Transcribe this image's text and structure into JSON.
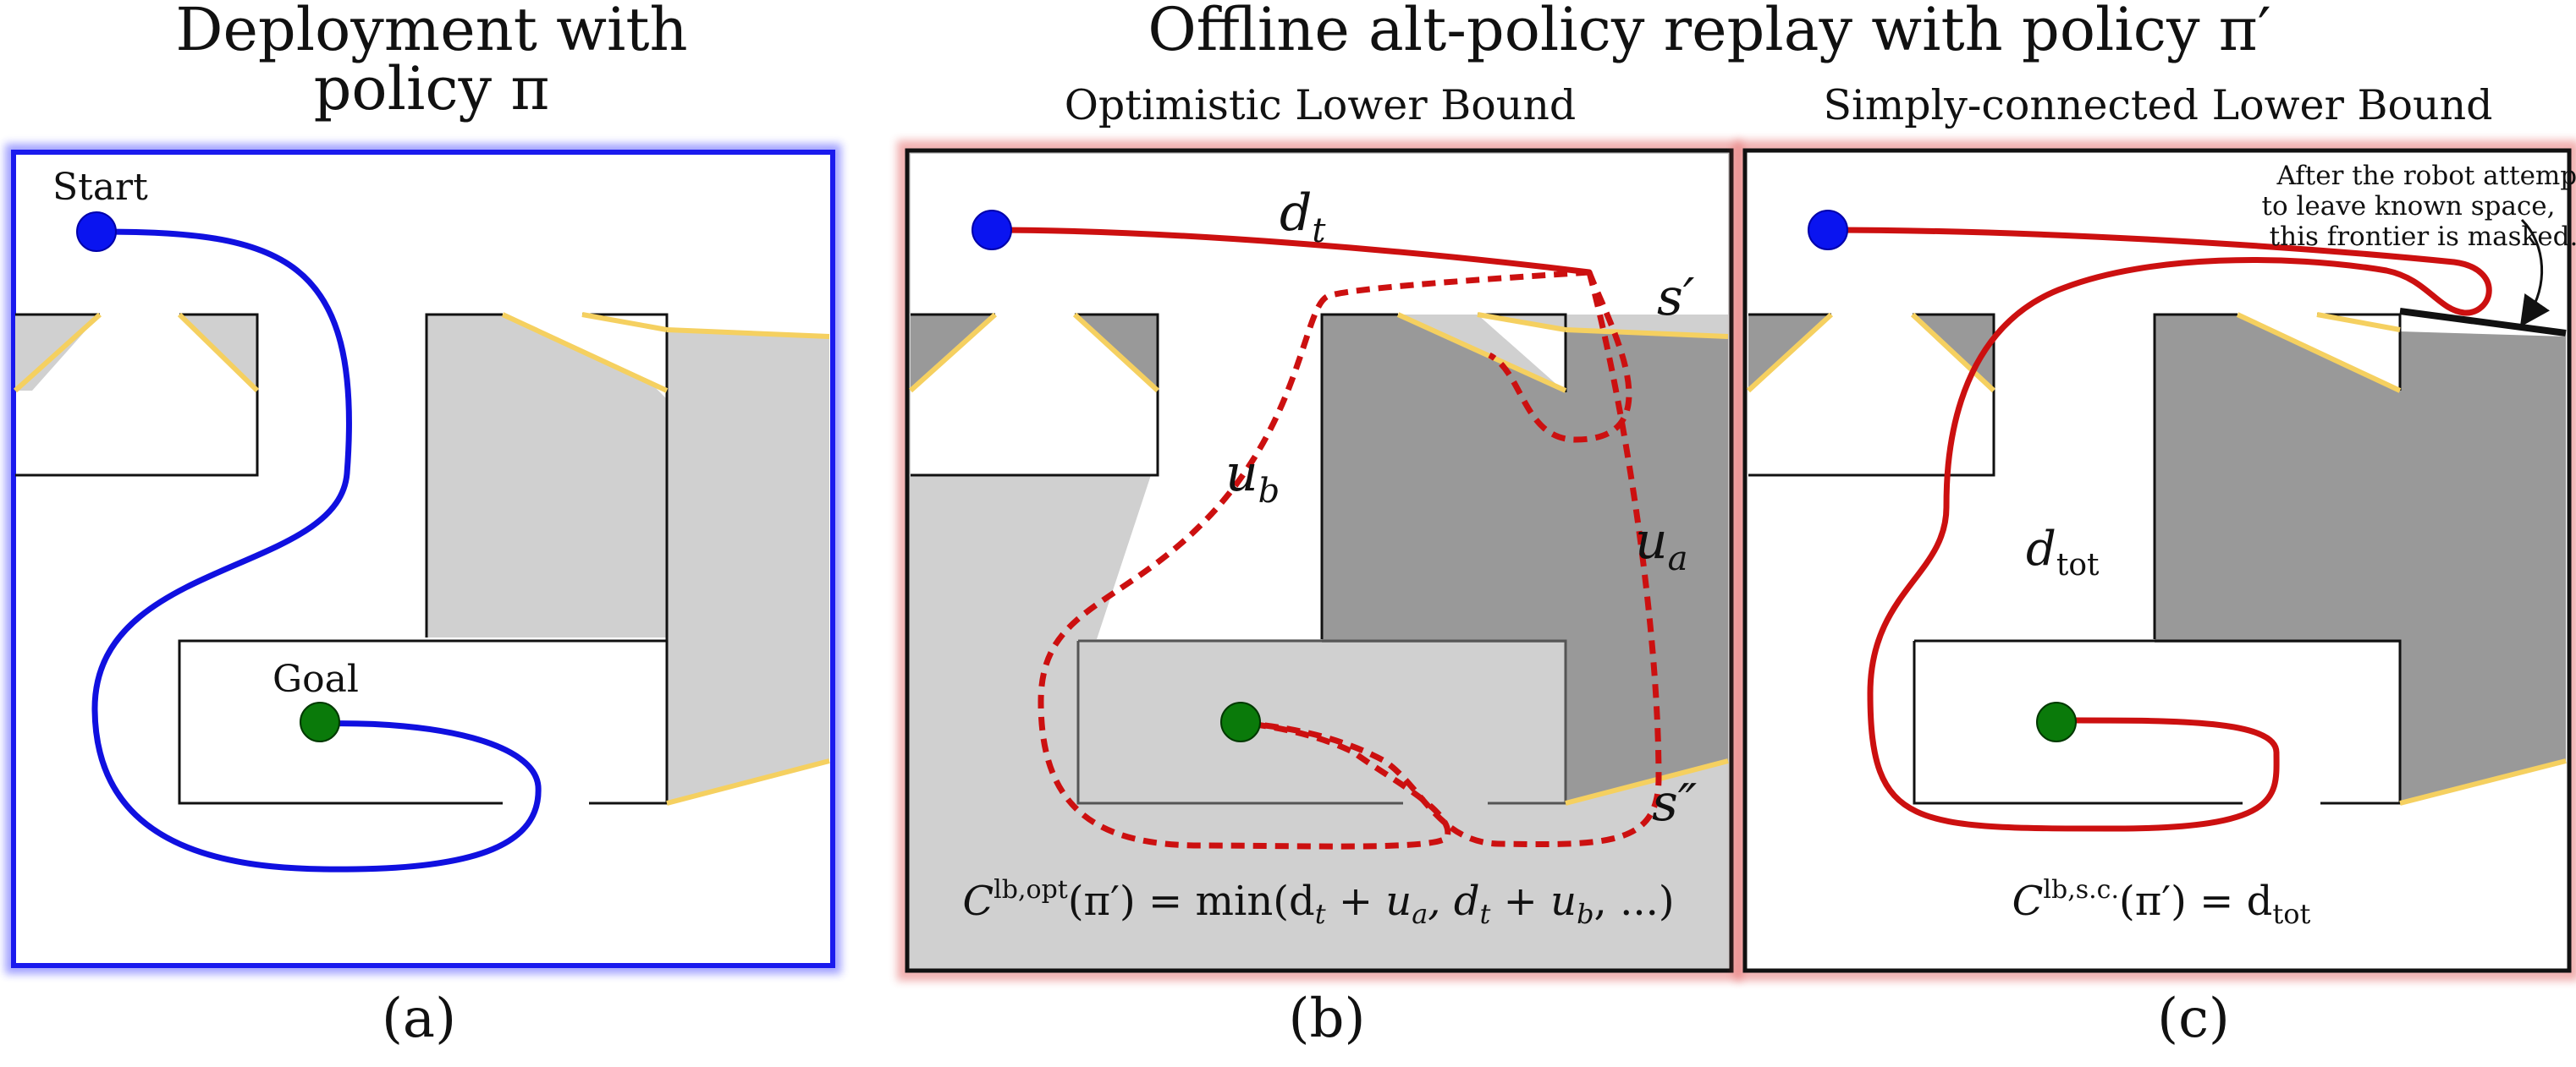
{
  "titles": {
    "panel_a_line1": "Deployment with",
    "panel_a_line2": "policy π",
    "panels_bc": "Offline alt-policy replay with policy π′",
    "panel_b_sub": "Optimistic Lower Bound",
    "panel_c_sub": "Simply-connected Lower Bound"
  },
  "captions": {
    "a": "(a)",
    "b": "(b)",
    "c": "(c)"
  },
  "panel_a": {
    "start_label": "Start",
    "goal_label": "Goal"
  },
  "panel_b": {
    "d_t": "d",
    "d_t_sub": "t",
    "u_a": "u",
    "u_a_sub": "a",
    "u_b": "u",
    "u_b_sub": "b",
    "s_prime": "s′",
    "s_double_prime": "s″",
    "formula_C": "C",
    "formula_sup": "lb,opt",
    "formula_rest": "(π′) = min(d",
    "formula_t1": "t",
    "formula_plus1": " + u",
    "formula_a": "a",
    "formula_mid": ", d",
    "formula_t2": "t",
    "formula_plus2": " + u",
    "formula_b": "b",
    "formula_end": ", ...)"
  },
  "panel_c": {
    "annotation_line1": "After the robot attempts",
    "annotation_line2": "to leave known space,",
    "annotation_line3": "this frontier is masked.",
    "d_tot": "d",
    "d_tot_sub": "tot",
    "formula_C": "C",
    "formula_sup": "lb,s.c.",
    "formula_rest": "(π′) = d",
    "formula_sub": "tot"
  },
  "colors": {
    "blue_path": "#1010e0",
    "red_path": "#cc1010",
    "frontier": "#f5d060",
    "known_light": "#d0d0d0",
    "known_dark": "#999999",
    "start": "#0a14f0",
    "goal": "#0a7a0a"
  }
}
